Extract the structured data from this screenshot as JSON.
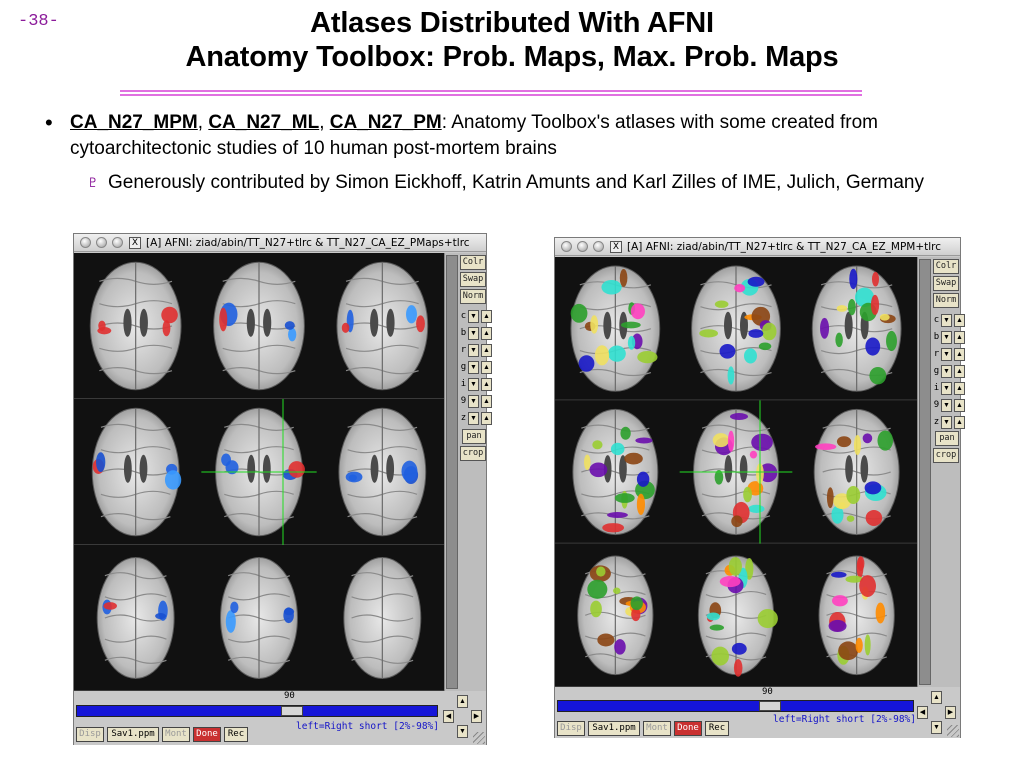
{
  "slide_number": "-38-",
  "title": {
    "line1": "Atlases Distributed With AFNI",
    "line2": "Anatomy Toolbox: Prob. Maps, Max. Prob. Maps"
  },
  "bullets": {
    "dot": "•",
    "link1": "CA_N27_MPM",
    "sep1": ", ",
    "link2": "CA_N27_ML",
    "sep2": ", ",
    "link3": "CA_N27_PM",
    "rest": ": Anatomy Toolbox's atlases with some created from cytoarchitectonic studies of 10 human post-mortem brains",
    "sub_icon": "♇",
    "sub_text": "Generously contributed by Simon Eickhoff, Katrin Amunts and Karl Zilles of IME, Julich, Germany"
  },
  "window_left": {
    "title": "[A] AFNI: ziad/abin/TT_N27+tlrc & TT_N27_CA_EZ_PMaps+tlrc",
    "close_glyph": "X",
    "overlay": "prob-maps-blue-red"
  },
  "window_right": {
    "title": "[A] AFNI: ziad/abin/TT_N27+tlrc & TT_N27_CA_EZ_MPM+tlrc",
    "close_glyph": "X",
    "overlay": "max-prob-multicolor"
  },
  "side_buttons": {
    "colr": "Colr",
    "swap": "Swap",
    "norm": "Norm",
    "letters": [
      "c",
      "b",
      "r",
      "g",
      "i",
      "9",
      "z"
    ],
    "pan": "pan",
    "crop": "crop",
    "arrow_down": "▼",
    "arrow_up": "▲"
  },
  "bottom_bar": {
    "slider_value": "90",
    "disp": "Disp",
    "save": "Sav1.ppm",
    "mont": "Mont",
    "done": "Done",
    "rec": "Rec",
    "status": "left=Right short [2%-98%]",
    "arrow_up": "▲",
    "arrow_down": "▼",
    "arrow_left": "◀",
    "arrow_right": "▶"
  },
  "colors": {
    "accent_magenta": "#e070e0",
    "slider_blue": "#1515d8",
    "status_blue": "#1515c8",
    "done_red": "#c93030"
  }
}
